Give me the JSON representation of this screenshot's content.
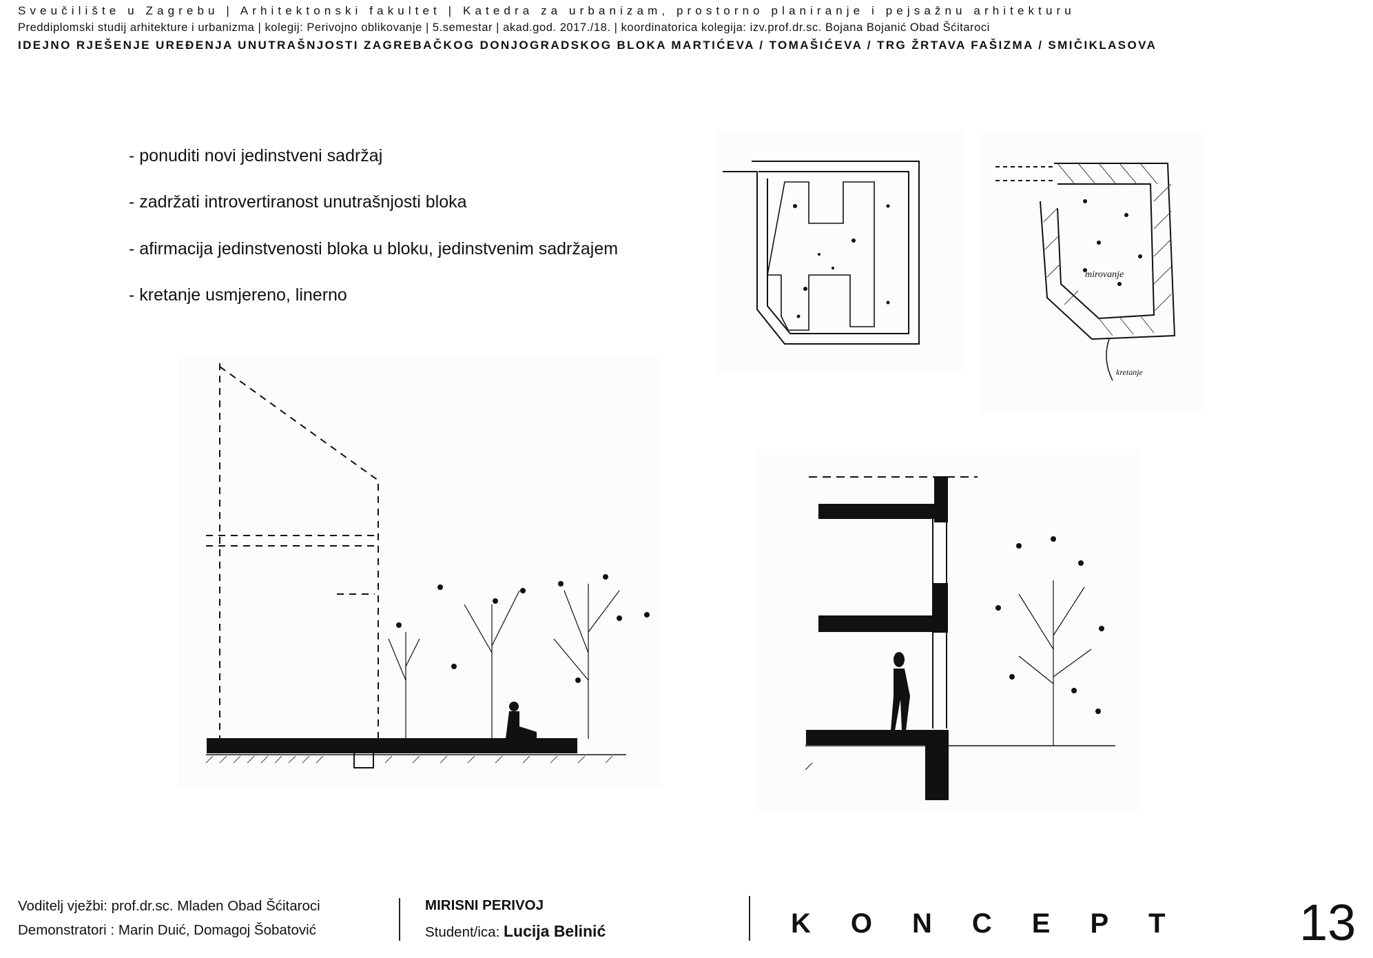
{
  "header": {
    "line1": "Sveučilište u Zagrebu | Arhitektonski fakultet | Katedra za urbanizam, prostorno planiranje i pejsažnu arhitekturu",
    "line2": "Preddiplomski studij arhitekture i urbanizma | kolegij: Perivojno oblikovanje | 5.semestar | akad.god. 2017./18. | koordinatorica kolegija: izv.prof.dr.sc. Bojana Bojanić Obad Šćitaroci",
    "line3": "IDEJNO RJEŠENJE UREĐENJA UNUTRAŠNJOSTI ZAGREBAČKOG DONJOGRADSKOG BLOKA MARTIĆEVA / TOMAŠIĆEVA / TRG ŽRTAVA FAŠIZMA / SMIČIKLASOVA"
  },
  "bullets": [
    "- ponuditi novi jedinstveni sadržaj",
    "- zadržati introvertiranost unutrašnjosti bloka",
    "- afirmacija jedinstvenosti bloka u bloku, jedinstvenim sadržajem",
    "- kretanje usmjereno, linerno"
  ],
  "sketches": {
    "plan2_label_rest": "mirovanje",
    "plan2_label_move": "kretanje"
  },
  "footer": {
    "mentor": "Voditelj vježbi: prof.dr.sc. Mladen Obad Šćitaroci",
    "demonstrators": "Demonstratori : Marin Duić, Domagoj Šobatović",
    "project_title": "MIRISNI PERIVOJ",
    "student_label": "Student/ica:",
    "student_name": "Lucija Belinić",
    "section": "KONCEPT",
    "page_number": "13"
  }
}
